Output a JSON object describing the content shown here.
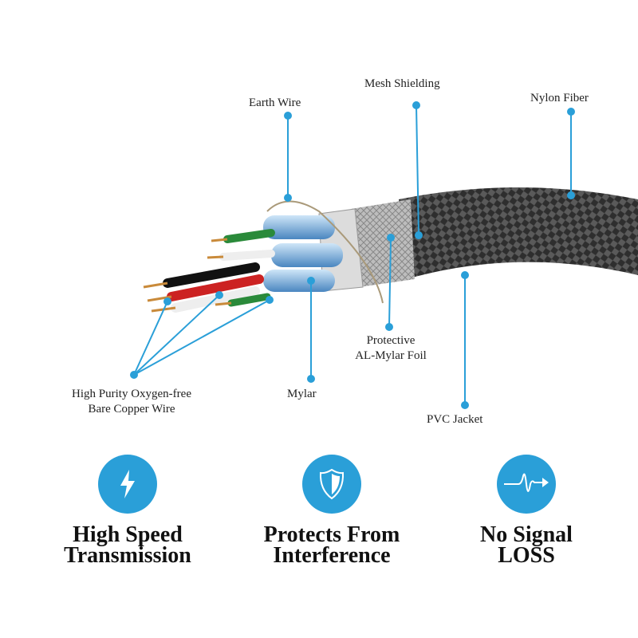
{
  "colors": {
    "accent": "#2a9fd8",
    "cable": "#2b2b2b"
  },
  "labels": {
    "earth_wire": "Earth Wire",
    "mesh_shielding": "Mesh Shielding",
    "nylon_fiber": "Nylon Fiber",
    "foil_line1": "Protective",
    "foil_line2": "AL-Mylar Foil",
    "copper_line1": "High Purity Oxygen-free",
    "copper_line2": "Bare Copper Wire",
    "mylar": "Mylar",
    "pvc_jacket": "PVC Jacket"
  },
  "features": [
    {
      "icon": "lightning-icon",
      "line1": "High Speed",
      "line2": "Transmission"
    },
    {
      "icon": "shield-icon",
      "line1": "Protects From",
      "line2": "Interference"
    },
    {
      "icon": "signal-wave-icon",
      "line1": "No Signal",
      "line2": "LOSS"
    }
  ]
}
